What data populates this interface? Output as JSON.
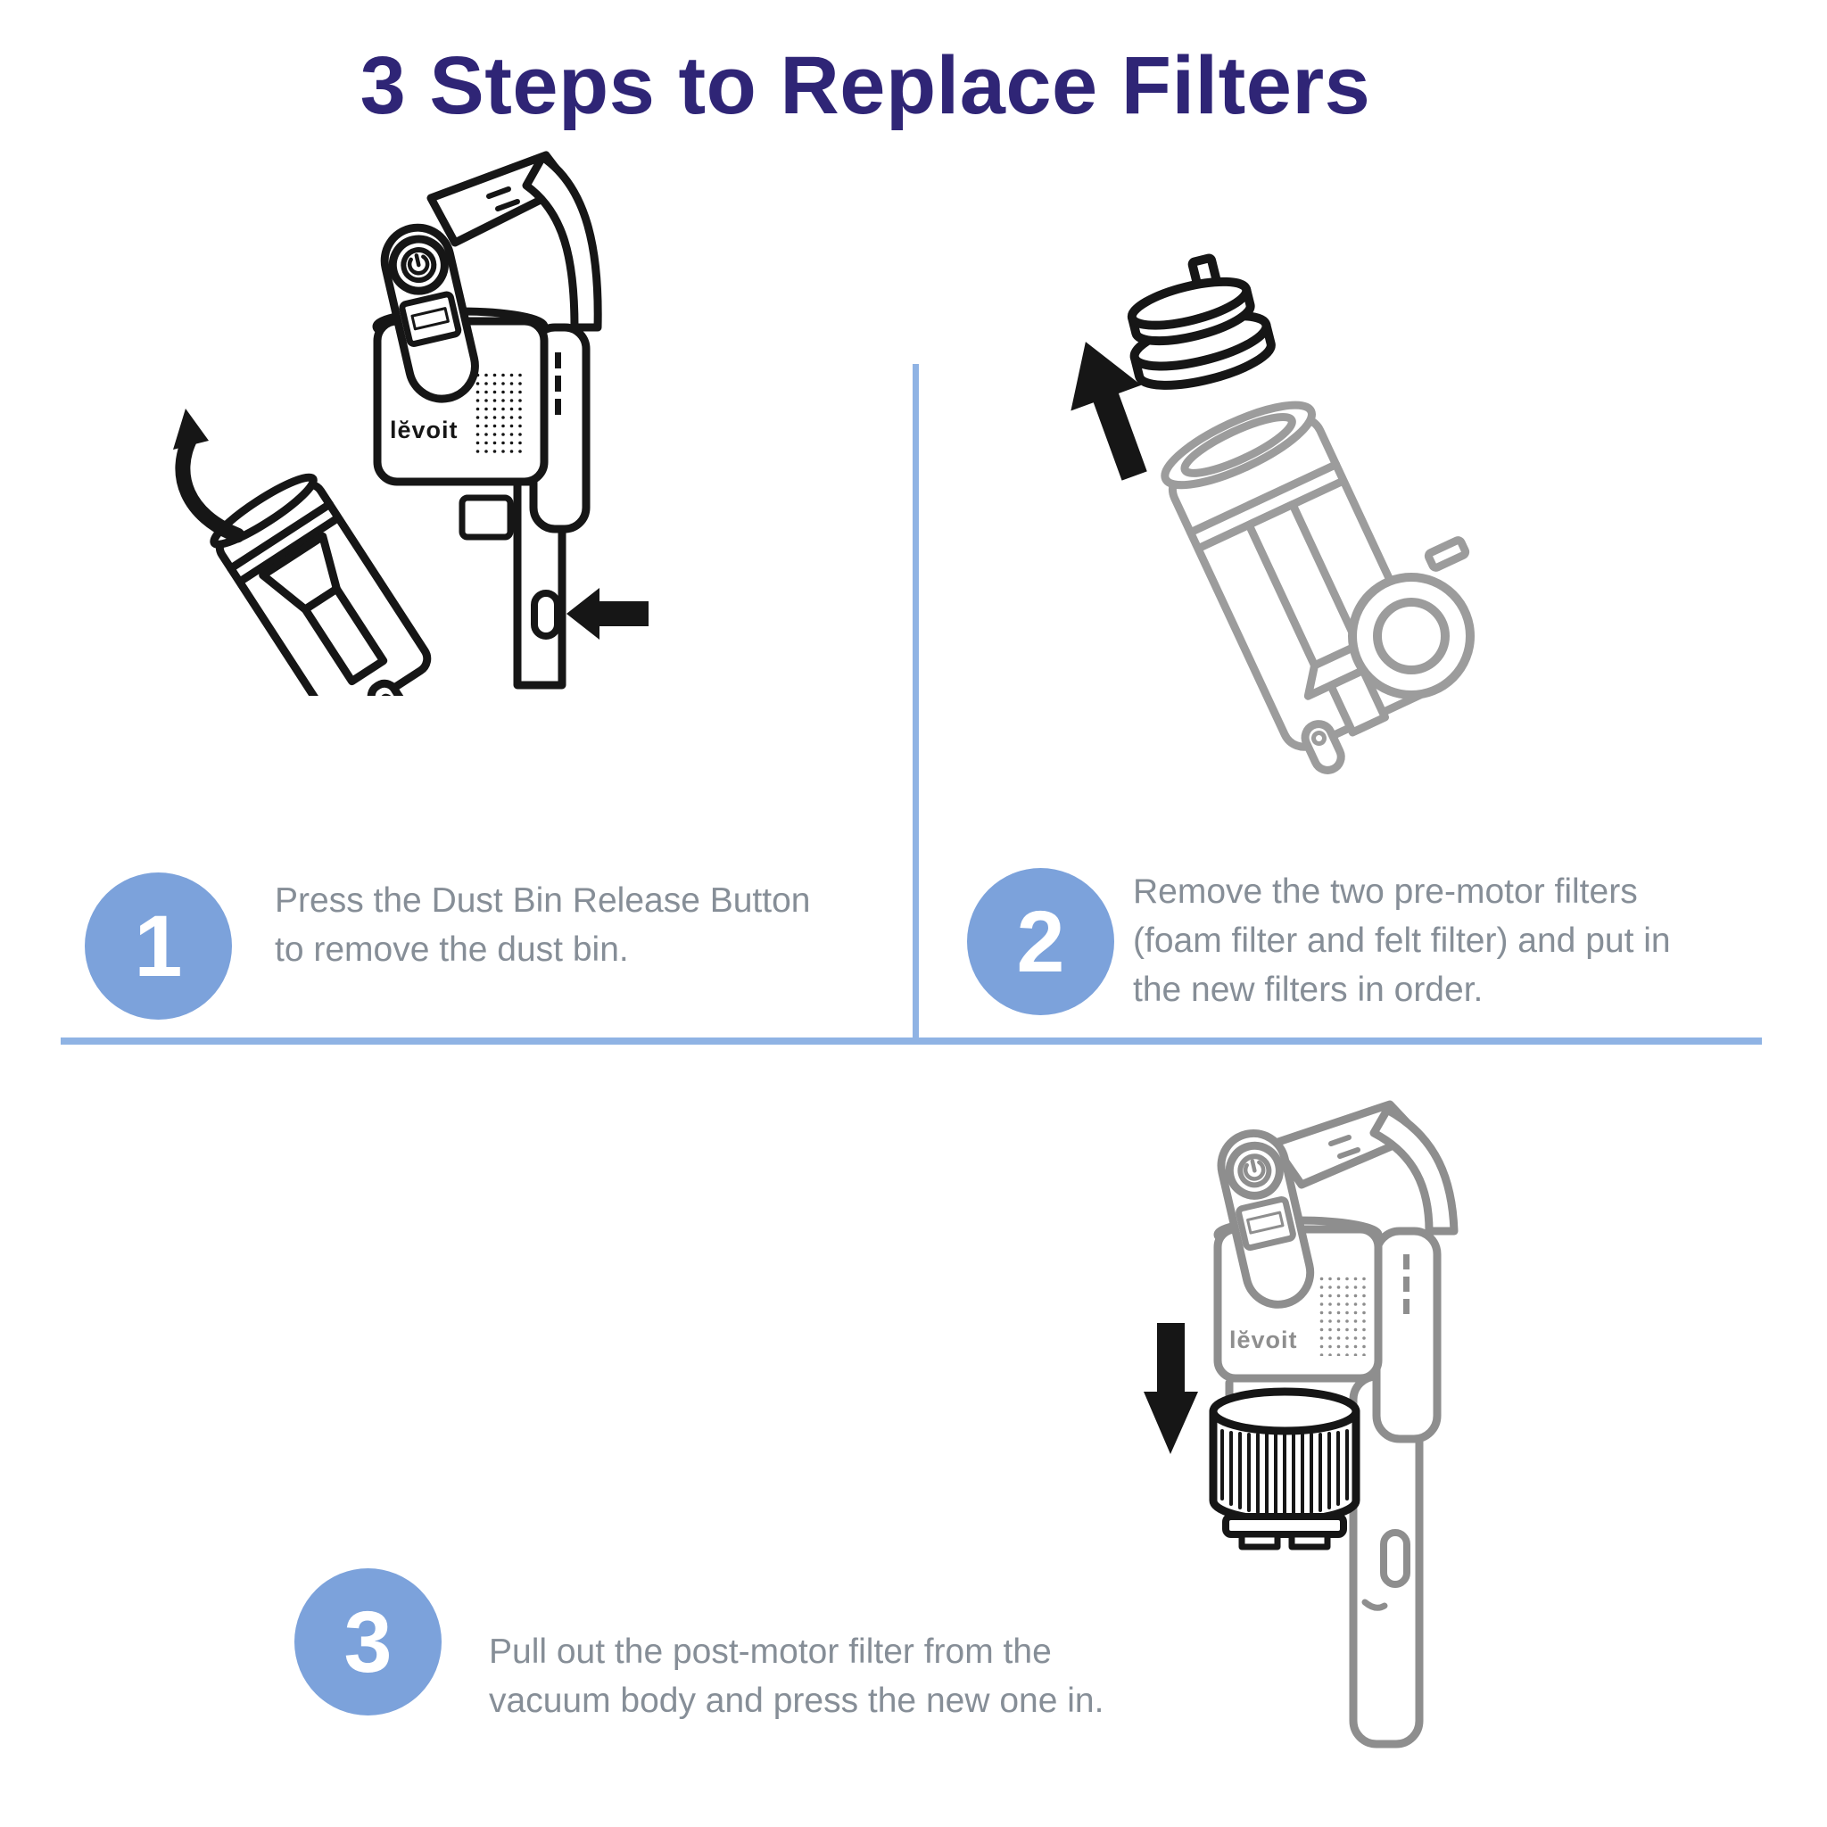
{
  "title": {
    "text": "3 Steps to Replace Filters"
  },
  "brand": {
    "logo": "lĕvoit"
  },
  "colors": {
    "title_text": "#2F2576",
    "step_circle": "#7CA2DB",
    "step_number": "#ffffff",
    "body_text": "#868E97",
    "divider": "#8FB3E4",
    "line_art_black": "#161616",
    "line_art_gray": "#9C9C9C"
  },
  "steps": [
    {
      "number": "1",
      "lines": [
        "Press the Dust Bin Release Button",
        "to remove the dust bin."
      ],
      "illustration": "hand-vacuum-with-dust-bin-released"
    },
    {
      "number": "2",
      "lines": [
        "Remove the two pre-motor filters",
        "(foam filter and felt filter) and put in",
        "the new filters in order."
      ],
      "illustration": "dust-bin-with-two-pre-motor-filters-lifted-out"
    },
    {
      "number": "3",
      "lines": [
        "Pull out the post-motor filter from the",
        "vacuum body and press the new one in."
      ],
      "illustration": "vacuum-body-with-post-motor-filter-pulled-out"
    }
  ]
}
